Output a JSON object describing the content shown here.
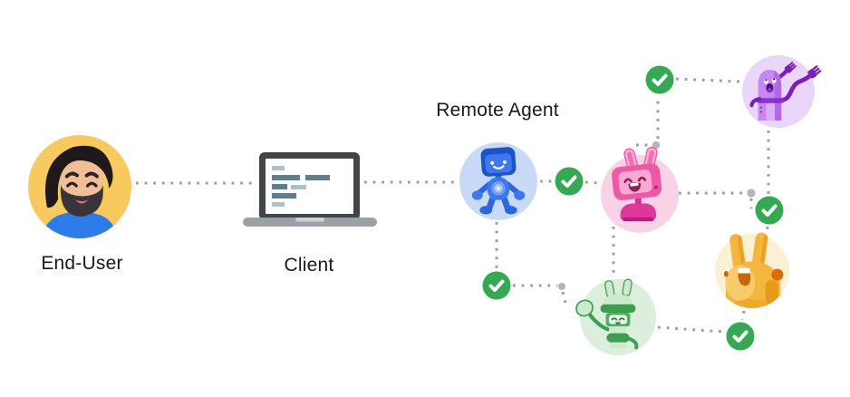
{
  "diagram": {
    "background_color": "#FFFFFF",
    "labels": {
      "end_user": "End-User",
      "client": "Client",
      "remote_agent": "Remote Agent"
    },
    "nodes": [
      {
        "id": "end-user",
        "icon": "person-avatar-icon",
        "circle_color": "#F7C95E"
      },
      {
        "id": "client",
        "icon": "laptop-code-icon",
        "circle_color": "#FFFFFF"
      },
      {
        "id": "remote-agent",
        "icon": "blue-robot-icon",
        "circle_color": "#C9DAF8"
      },
      {
        "id": "agent-pink",
        "icon": "pink-robot-icon",
        "circle_color": "#F8D3E8"
      },
      {
        "id": "agent-purple",
        "icon": "purple-plug-robot-icon",
        "circle_color": "#E9D6F8"
      },
      {
        "id": "agent-green",
        "icon": "green-robot-icon",
        "circle_color": "#DCEEDC"
      },
      {
        "id": "agent-yellow",
        "icon": "yellow-bunny-icon",
        "circle_color": "#FCF0D4"
      }
    ],
    "status": {
      "checkmark_icon": "check-circle-icon",
      "checkmark_count": 5,
      "checkmark_color": "#34A853"
    },
    "connector": {
      "style": "dotted",
      "color": "#9D9D9D",
      "junction_dot_color": "#B5B5B5"
    }
  }
}
